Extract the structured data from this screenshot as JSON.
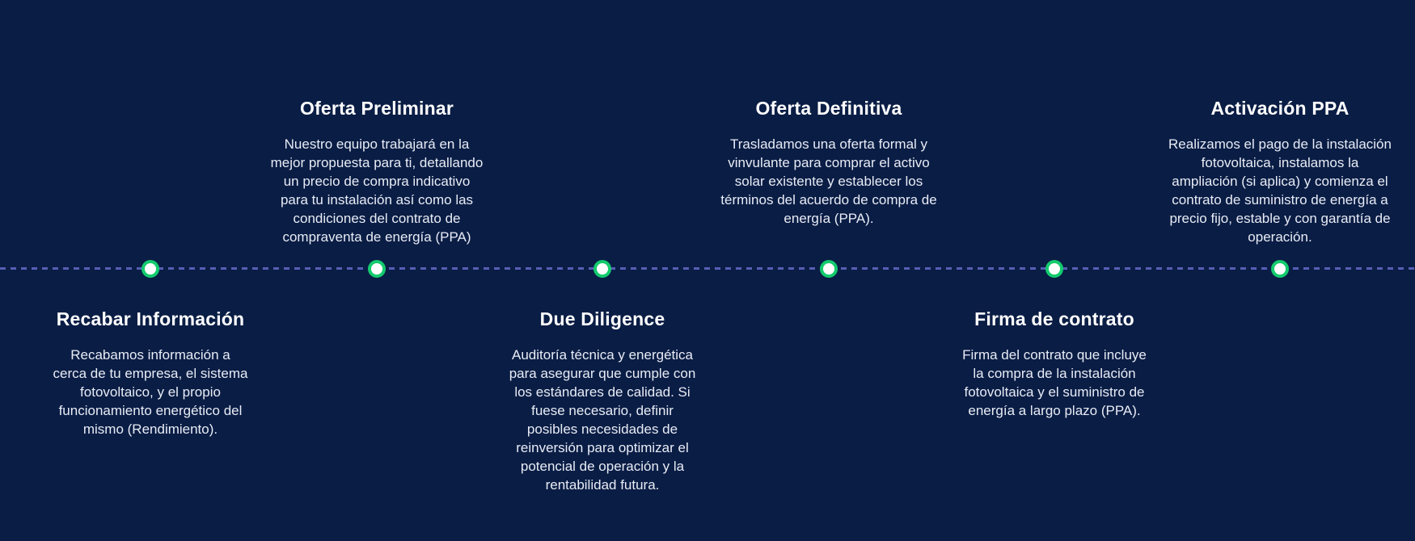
{
  "page": {
    "background_color": "#0a1d45"
  },
  "timeline": {
    "line_color": "#575eb5",
    "dot": {
      "fill_color": "#ffffff",
      "ring_color": "#14cb6e"
    },
    "steps": [
      {
        "title": "Recabar Información",
        "position": "below",
        "description": "Recabamos información a\ncerca de tu empresa, el sistema\nfotovoltaico, y el propio\nfuncionamiento energético del\nmismo (Rendimiento)."
      },
      {
        "title": "Oferta Preliminar",
        "position": "above",
        "description": "Nuestro equipo trabajará en la\nmejor propuesta para ti, detallando\nun precio de compra indicativo\npara tu instalación así como las\ncondiciones del contrato de\ncompraventa de energía (PPA)"
      },
      {
        "title": "Due Diligence",
        "position": "below",
        "description": "Auditoría técnica y energética\npara asegurar que cumple con\nlos estándares de calidad. Si\nfuese necesario, definir\nposibles necesidades de\nreinversión para optimizar el\npotencial de operación y la\nrentabilidad futura."
      },
      {
        "title": "Oferta Definitiva",
        "position": "above",
        "description": "Trasladamos una oferta formal y\nvinvulante para comprar el activo\nsolar existente y establecer los\ntérminos del acuerdo de compra de\nenergía (PPA)."
      },
      {
        "title": "Firma de contrato",
        "position": "below",
        "description": "Firma del contrato que incluye\nla compra de la instalación\nfotovoltaica y el suministro de\nenergía a largo plazo (PPA)."
      },
      {
        "title": "Activación PPA",
        "position": "above",
        "description": "Realizamos el pago de la instalación\nfotovoltaica, instalamos la\nampliación (si aplica) y comienza el\ncontrato de suministro de energía a\nprecio fijo, estable y con garantía de\noperación."
      }
    ]
  }
}
